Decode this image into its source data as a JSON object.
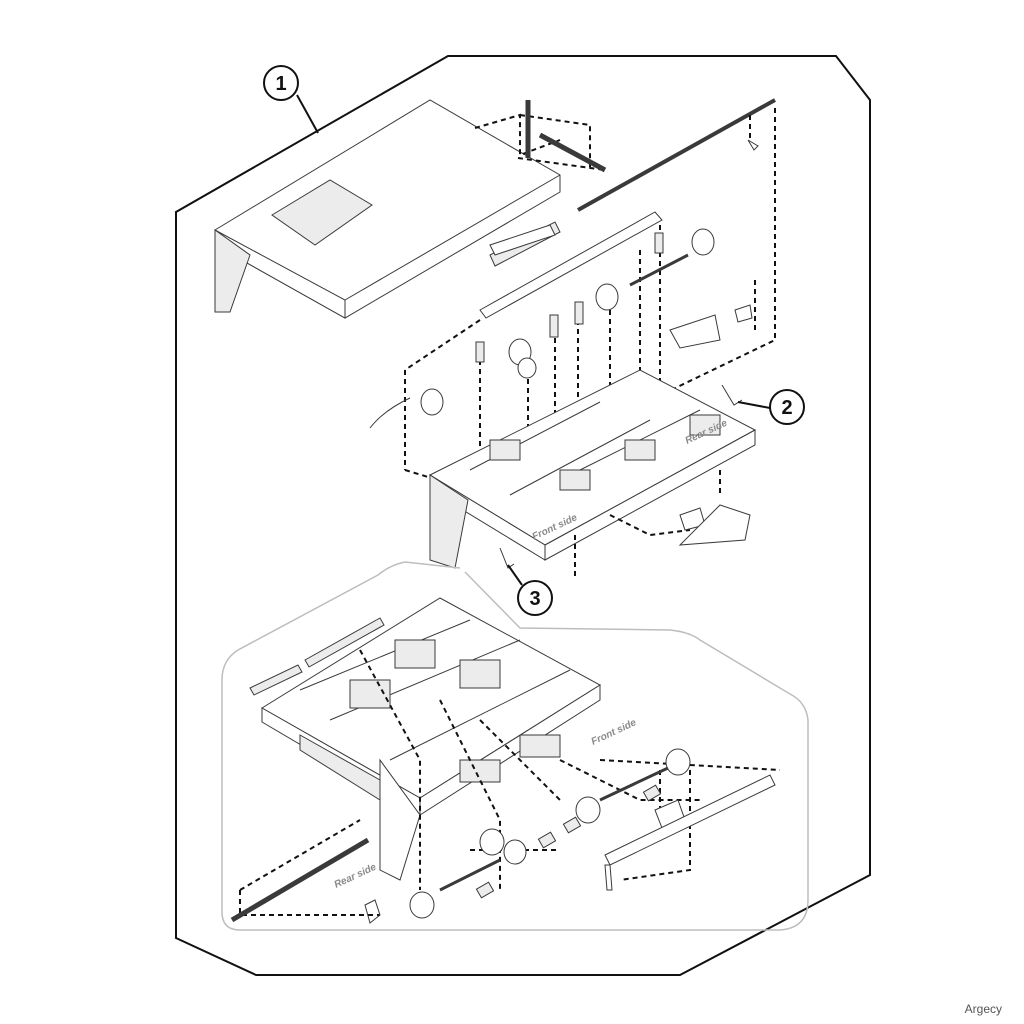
{
  "diagram": {
    "callouts": [
      {
        "id": "1",
        "label": "1"
      },
      {
        "id": "2",
        "label": "2"
      },
      {
        "id": "3",
        "label": "3"
      }
    ],
    "side_labels": {
      "rear_side_upper": "Rear side",
      "front_side_upper": "Front side",
      "front_side_lower": "Front side",
      "rear_side_lower": "Rear side"
    },
    "colors": {
      "outline": "#111111",
      "part_stroke": "#3a3a3a",
      "part_fill": "#ffffff",
      "shade": "#ececec",
      "inset_border": "#bdbdbd",
      "label_gray": "#8a8a8a"
    }
  },
  "watermark": "Argecy"
}
